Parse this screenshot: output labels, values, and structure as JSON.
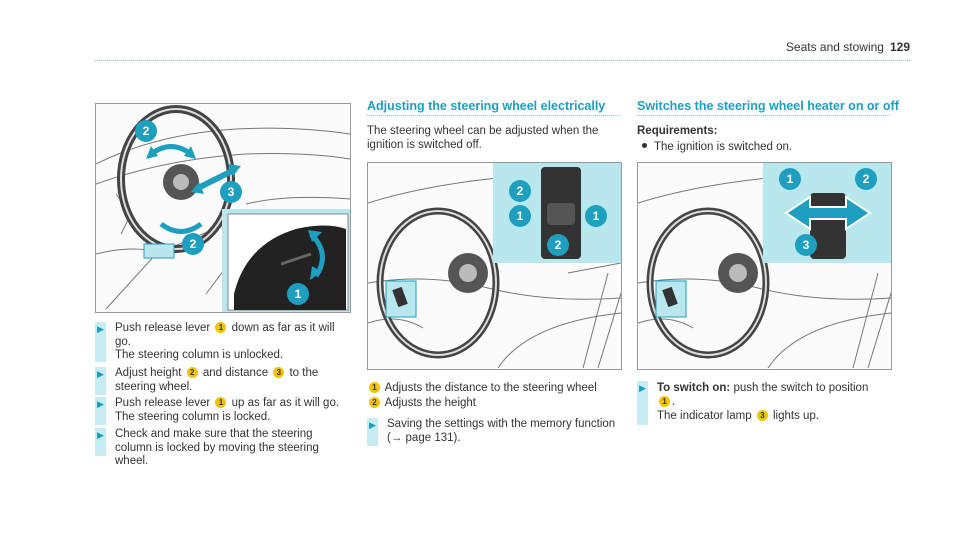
{
  "header": {
    "section": "Seats and stowing",
    "page_number": "129"
  },
  "colors": {
    "accent": "#1f9fbf",
    "highlight_panel": "#b8e8ee",
    "callout": "#1f9fbf",
    "marker": "#f1c400"
  },
  "col1": {
    "figure_callouts": [
      "2",
      "3",
      "2",
      "1"
    ],
    "steps": [
      {
        "pre": "Push release lever ",
        "n1": "1",
        "post": " down as far as it will go.",
        "line2": "The steering column is unlocked."
      },
      {
        "a": "Adjust height ",
        "n1": "2",
        "b": " and distance ",
        "n2": "3",
        "c": " to the steering wheel."
      },
      {
        "pre": "Push release lever ",
        "n1": "1",
        "post": " up as far as it will go.",
        "line2": "The steering column is locked."
      },
      {
        "text": "Check and make sure that the steering column is locked by moving the steering wheel."
      }
    ]
  },
  "col2": {
    "heading": "Adjusting the steering wheel electrically",
    "intro": "The steering wheel can be adjusted when the ignition is switched off.",
    "figure_callouts": [
      "2",
      "1",
      "1",
      "2"
    ],
    "legend": [
      {
        "num": "1",
        "text": "Adjusts the distance to the steering wheel"
      },
      {
        "num": "2",
        "text": "Adjusts the height"
      }
    ],
    "step": {
      "text": "Saving the settings with the memory function (",
      "arrow": "→",
      "ref": " page 131)."
    }
  },
  "col3": {
    "heading": "Switches the steering wheel heater on or off",
    "requirements_label": "Requirements:",
    "requirement": "The ignition is switched on.",
    "figure_callouts": [
      "1",
      "2",
      "3"
    ],
    "step": {
      "bold": "To switch on:",
      "text": " push the switch to position ",
      "n1": "1",
      "dot": ".",
      "line2a": "The indicator lamp ",
      "n2": "3",
      "line2b": " lights up."
    }
  }
}
